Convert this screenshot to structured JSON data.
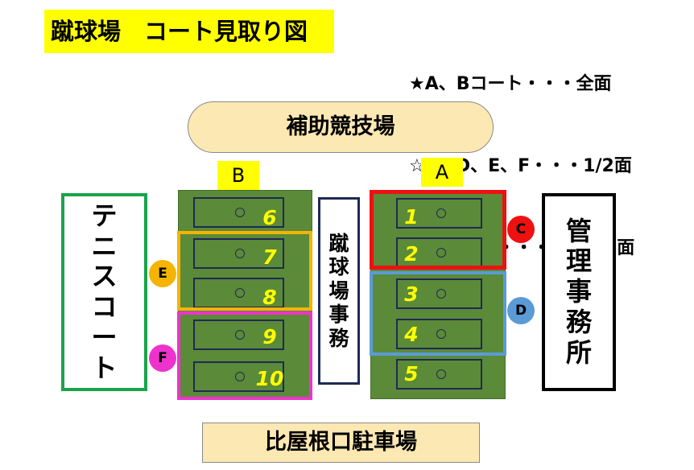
{
  "title": "蹴球場　コート見取り図",
  "legend": {
    "line1": "★A、Bコート・・・全面",
    "line2": "☆C、D、E、F・・・1/2面",
    "line3": "★1～10・・・・・・1/5面"
  },
  "top_facility": "補助競技場",
  "bottom_facility": "比屋根口駐車場",
  "court_b_label": "B",
  "court_a_label": "A",
  "center_office": [
    "蹴",
    "球",
    "場",
    "事",
    "務"
  ],
  "tennis": [
    "テ",
    "ニ",
    "ス",
    "コ",
    "ー",
    "ト"
  ],
  "admin_office": [
    "管",
    "理",
    "事",
    "務",
    "所"
  ],
  "tags": {
    "c": "C",
    "d": "D",
    "e": "E",
    "f": "F"
  },
  "colors": {
    "c": "#ee1111",
    "d": "#5b9bd5",
    "e": "#f5b400",
    "f": "#ee33cc"
  },
  "b_pitches": [
    "6",
    "7",
    "8",
    "9",
    "10"
  ],
  "a_pitches": [
    "1",
    "2",
    "3",
    "4",
    "5"
  ]
}
